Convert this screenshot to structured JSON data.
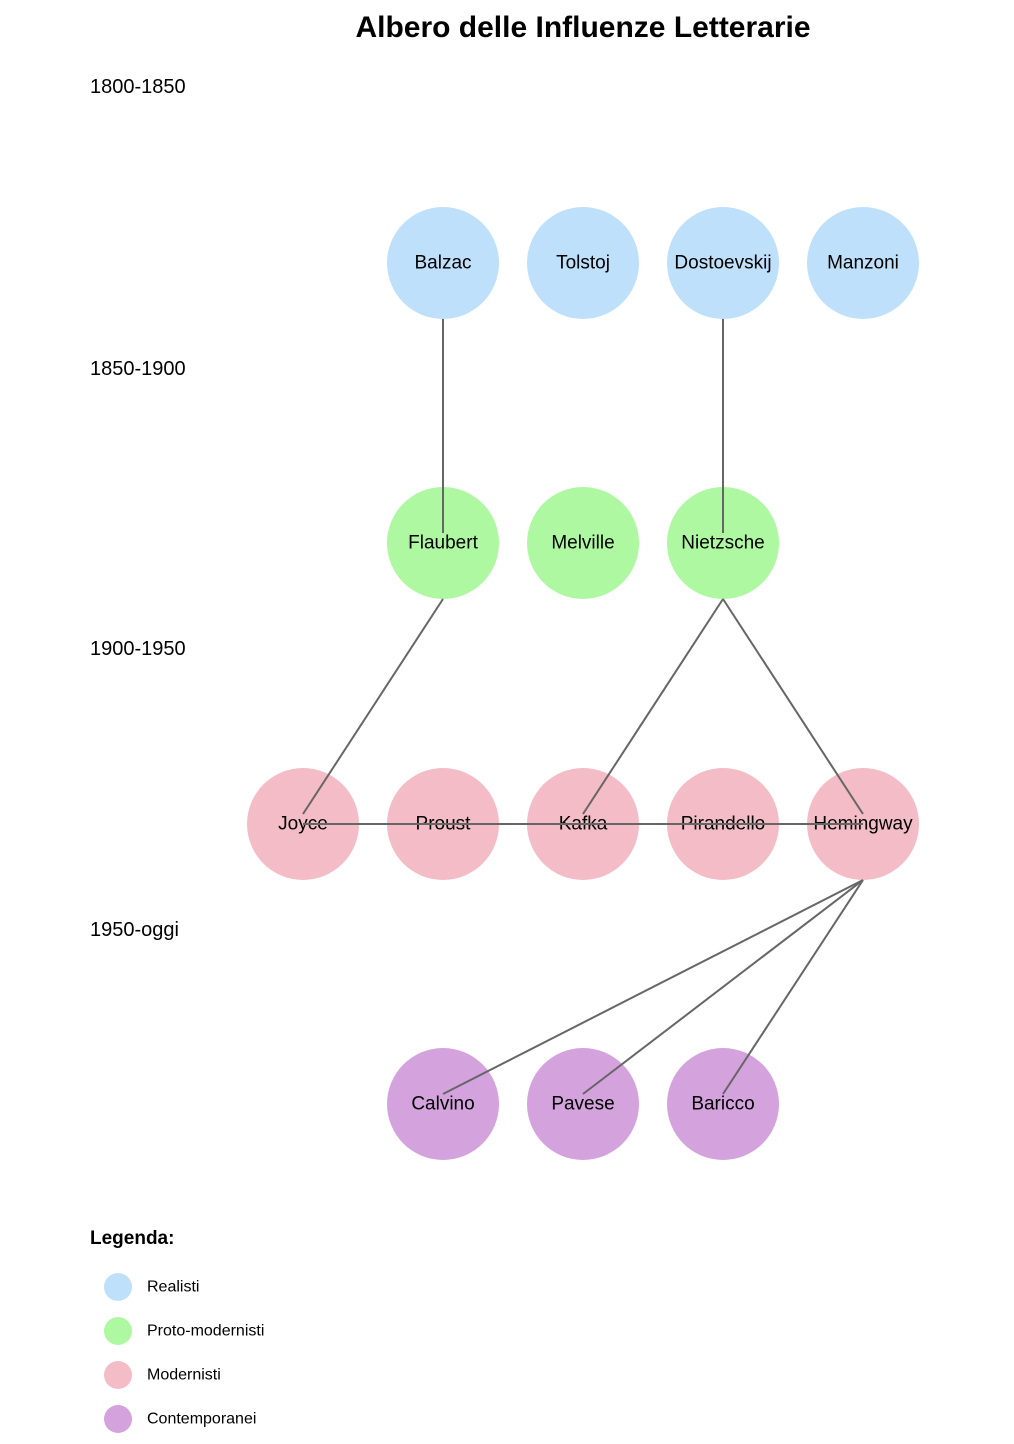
{
  "title": "Albero delle Influenze Letterarie",
  "eras": [
    "1800-1850",
    "1850-1900",
    "1900-1950",
    "1950-oggi"
  ],
  "groups": [
    {
      "id": "realisti",
      "label": "Realisti",
      "color": "#bfe0fb"
    },
    {
      "id": "proto",
      "label": "Proto-modernisti",
      "color": "#adf8a0"
    },
    {
      "id": "modernisti",
      "label": "Modernisti",
      "color": "#f4bcc7"
    },
    {
      "id": "contemporanei",
      "label": "Contemporanei",
      "color": "#d4a2dd"
    }
  ],
  "rows": [
    {
      "group": "realisti",
      "authors": [
        "Balzac",
        "Tolstoj",
        "Dostoevskij",
        "Manzoni"
      ]
    },
    {
      "group": "proto",
      "authors": [
        "Flaubert",
        "Melville",
        "Nietzsche"
      ]
    },
    {
      "group": "modernisti",
      "authors": [
        "Joyce",
        "Proust",
        "Kafka",
        "Pirandello",
        "Hemingway"
      ]
    },
    {
      "group": "contemporanei",
      "authors": [
        "Calvino",
        "Pavese",
        "Baricco"
      ]
    }
  ],
  "influences": [
    [
      "Balzac",
      "Flaubert"
    ],
    [
      "Dostoevskij",
      "Nietzsche"
    ],
    [
      "Flaubert",
      "Joyce"
    ],
    [
      "Nietzsche",
      "Kafka"
    ],
    [
      "Nietzsche",
      "Hemingway"
    ],
    [
      "Joyce",
      "Hemingway"
    ],
    [
      "Hemingway",
      "Calvino"
    ],
    [
      "Hemingway",
      "Pavese"
    ],
    [
      "Hemingway",
      "Baricco"
    ]
  ],
  "legend": {
    "title": "Legenda:"
  }
}
